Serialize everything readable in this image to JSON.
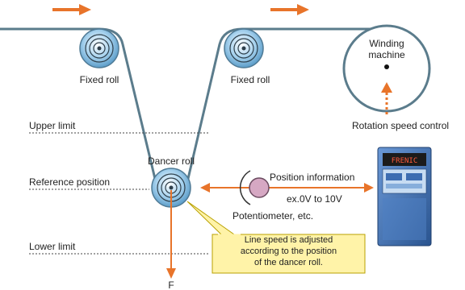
{
  "labels": {
    "fixed_roll_left": "Fixed roll",
    "fixed_roll_right": "Fixed roll",
    "winding_machine_line1": "Winding",
    "winding_machine_line2": "machine",
    "upper_limit": "Upper limit",
    "reference_position": "Reference position",
    "lower_limit": "Lower limit",
    "dancer_roll": "Dancer roll",
    "rotation_speed_control": "Rotation speed control",
    "position_information": "Position information",
    "voltage_range": "ex.0V to 10V",
    "potentiometer": "Potentiometer, etc.",
    "force": "F",
    "callout_line1": "Line speed is adjusted",
    "callout_line2": "according to the position",
    "callout_line3": "of the dancer roll.",
    "inverter_display": "FRENIC"
  },
  "colors": {
    "web": "#5b7c8c",
    "flow_arrow": "#e8742a",
    "signal_arrow": "#e8742a",
    "roll_fill": "#8ec3e6",
    "callout_fill": "#fff3a8",
    "callout_border": "#b8a000",
    "inverter_body": "#3f6fb3"
  },
  "icons": {
    "flow": "right-arrow-icon",
    "roll": "roll-icon",
    "inverter": "inverter-icon",
    "potentiometer": "potentiometer-icon"
  }
}
